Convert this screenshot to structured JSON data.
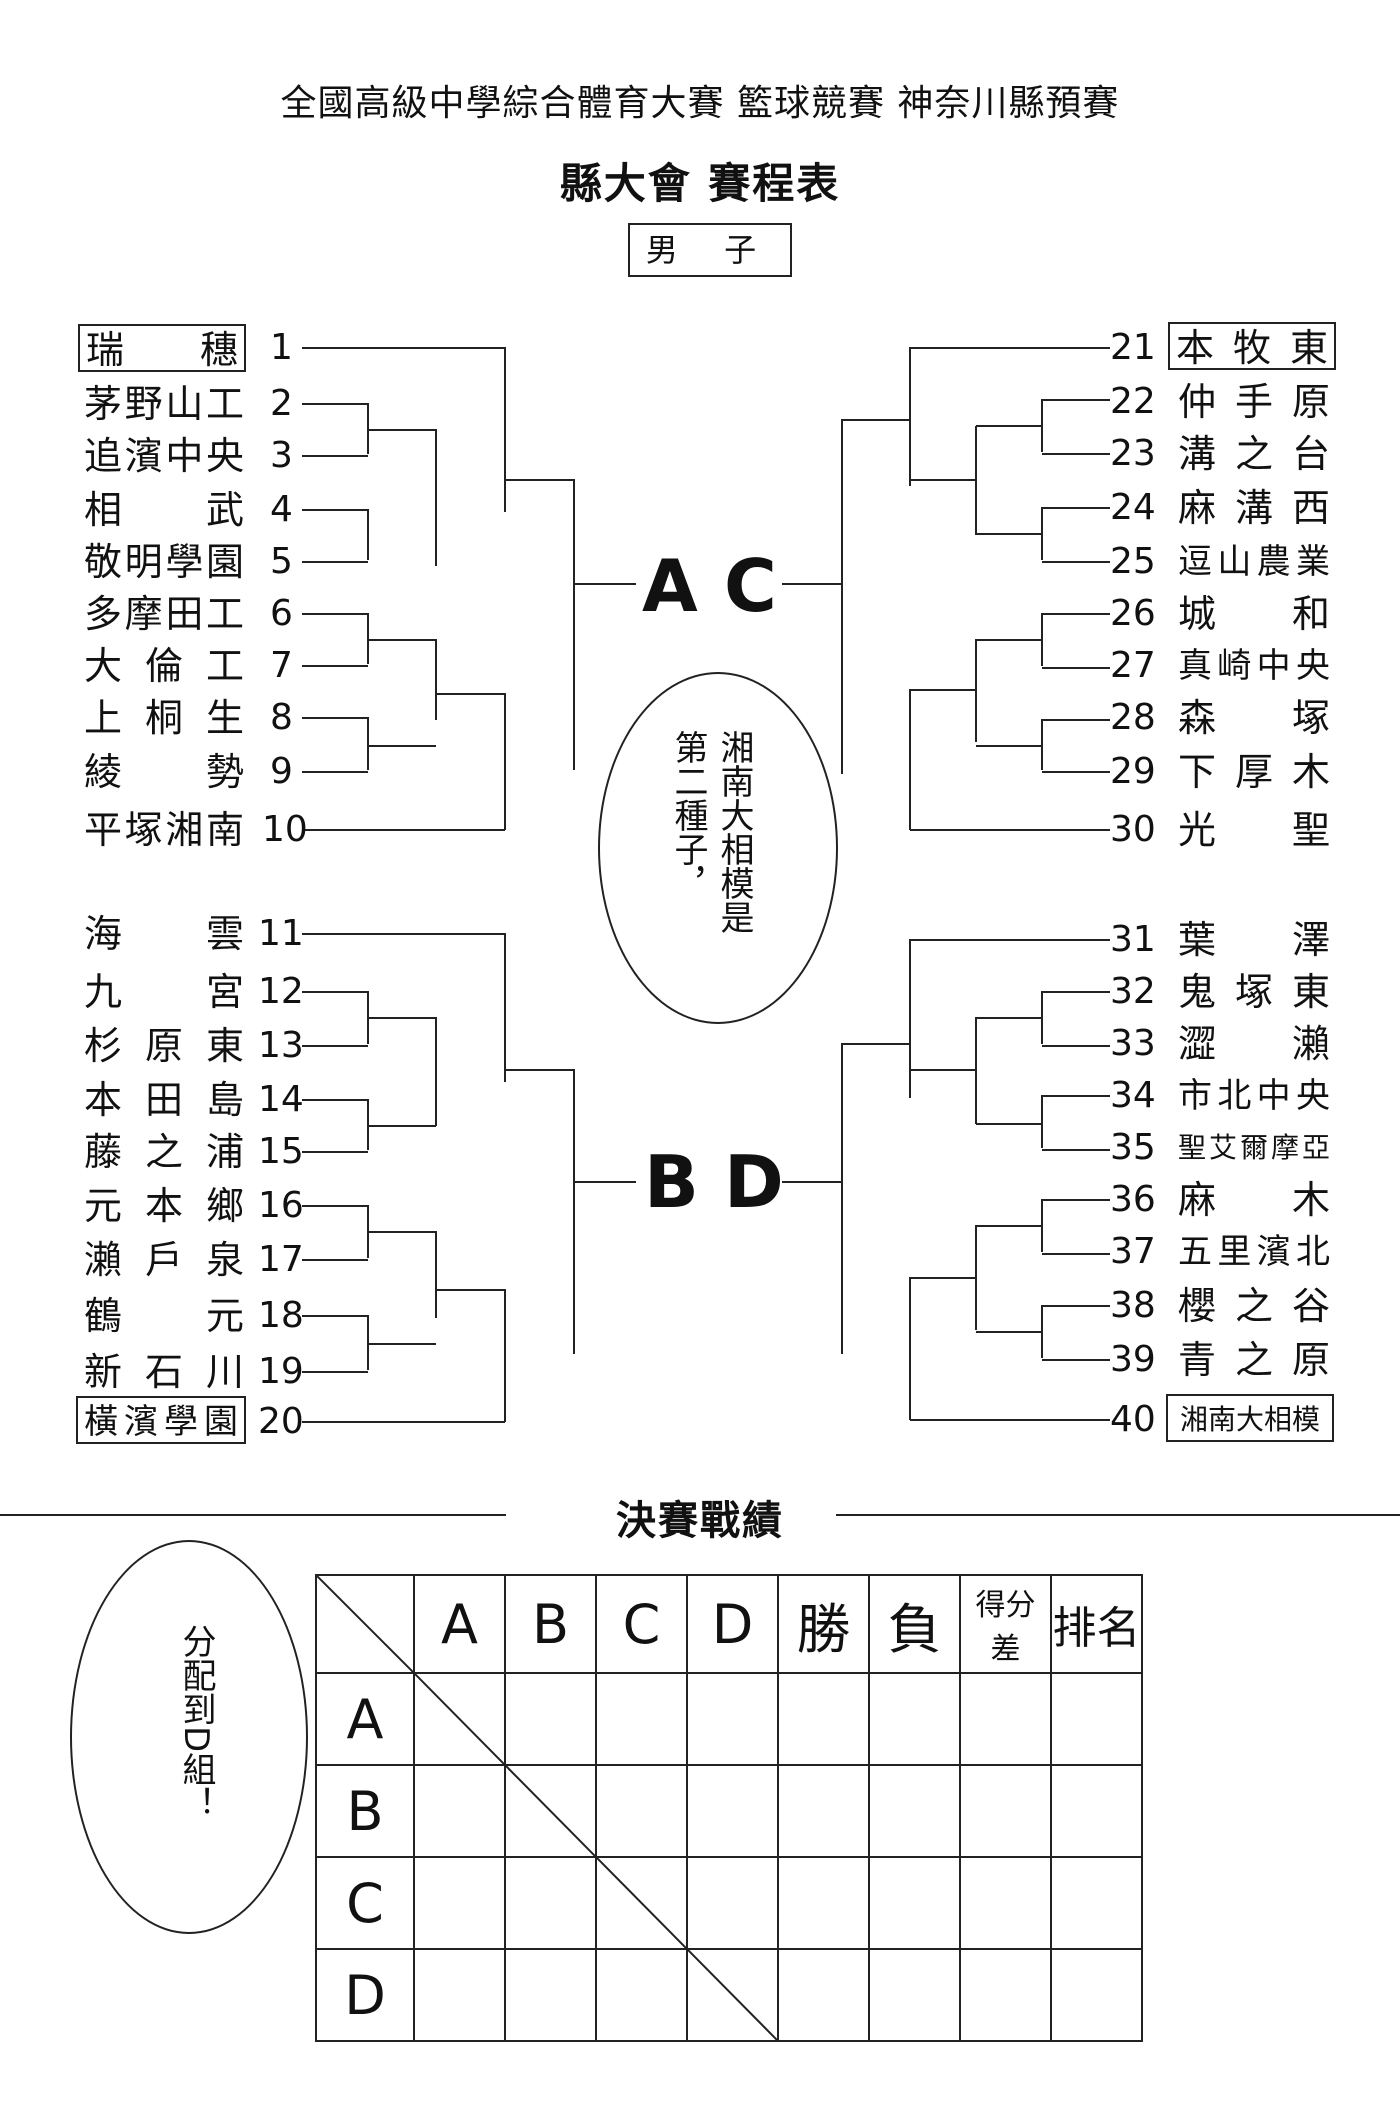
{
  "header": {
    "title": "全國高級中學綜合體育大賽 籃球競賽 神奈川縣預賽",
    "subtitle": "縣大會 賽程表",
    "gender": "男 子"
  },
  "left_top": [
    {
      "name": "瑞　　穗",
      "num": "1"
    },
    {
      "name": "茅野山工",
      "num": "2"
    },
    {
      "name": "追濱中央",
      "num": "3"
    },
    {
      "name": "相　　武",
      "num": "4"
    },
    {
      "name": "敬明學園",
      "num": "5"
    },
    {
      "name": "多摩田工",
      "num": "6"
    },
    {
      "name": "大倫工",
      "num": "7"
    },
    {
      "name": "上桐生",
      "num": "8"
    },
    {
      "name": "綾　　勢",
      "num": "9"
    },
    {
      "name": "平塚湘南",
      "num": "10"
    }
  ],
  "left_bottom": [
    {
      "name": "海　　雲",
      "num": "11"
    },
    {
      "name": "九　　宮",
      "num": "12"
    },
    {
      "name": "杉原東",
      "num": "13"
    },
    {
      "name": "本田島",
      "num": "14"
    },
    {
      "name": "藤之浦",
      "num": "15"
    },
    {
      "name": "元本鄉",
      "num": "16"
    },
    {
      "name": "瀨戶泉",
      "num": "17"
    },
    {
      "name": "鶴　　元",
      "num": "18"
    },
    {
      "name": "新石川",
      "num": "19"
    },
    {
      "name": "橫濱學園",
      "num": "20"
    }
  ],
  "right_top": [
    {
      "name": "本牧東",
      "num": "21"
    },
    {
      "name": "仲手原",
      "num": "22"
    },
    {
      "name": "溝之台",
      "num": "23"
    },
    {
      "name": "麻溝西",
      "num": "24"
    },
    {
      "name": "逗山農業",
      "num": "25"
    },
    {
      "name": "城　　和",
      "num": "26"
    },
    {
      "name": "真崎中央",
      "num": "27"
    },
    {
      "name": "森　　塚",
      "num": "28"
    },
    {
      "name": "下厚木",
      "num": "29"
    },
    {
      "name": "光　　聖",
      "num": "30"
    }
  ],
  "right_bottom": [
    {
      "name": "葉　　澤",
      "num": "31"
    },
    {
      "name": "鬼塚東",
      "num": "32"
    },
    {
      "name": "澀　　瀨",
      "num": "33"
    },
    {
      "name": "市北中央",
      "num": "34"
    },
    {
      "name": "聖艾爾摩亞",
      "num": "35"
    },
    {
      "name": "麻　　木",
      "num": "36"
    },
    {
      "name": "五里濱北",
      "num": "37"
    },
    {
      "name": "櫻之谷",
      "num": "38"
    },
    {
      "name": "青之原",
      "num": "39"
    },
    {
      "name": "湘南大相模",
      "num": "40"
    }
  ],
  "groups": {
    "a": "A",
    "b": "B",
    "c": "C",
    "d": "D"
  },
  "bubble1": {
    "col1": "湘南大相模是",
    "col2": "第二種子，"
  },
  "bubble2": {
    "text": "分配到D組！"
  },
  "results": {
    "heading": "決賽戰績",
    "columns": [
      "A",
      "B",
      "C",
      "D",
      "勝",
      "負",
      "得分差",
      "排名"
    ],
    "rows": [
      "A",
      "B",
      "C",
      "D"
    ]
  }
}
